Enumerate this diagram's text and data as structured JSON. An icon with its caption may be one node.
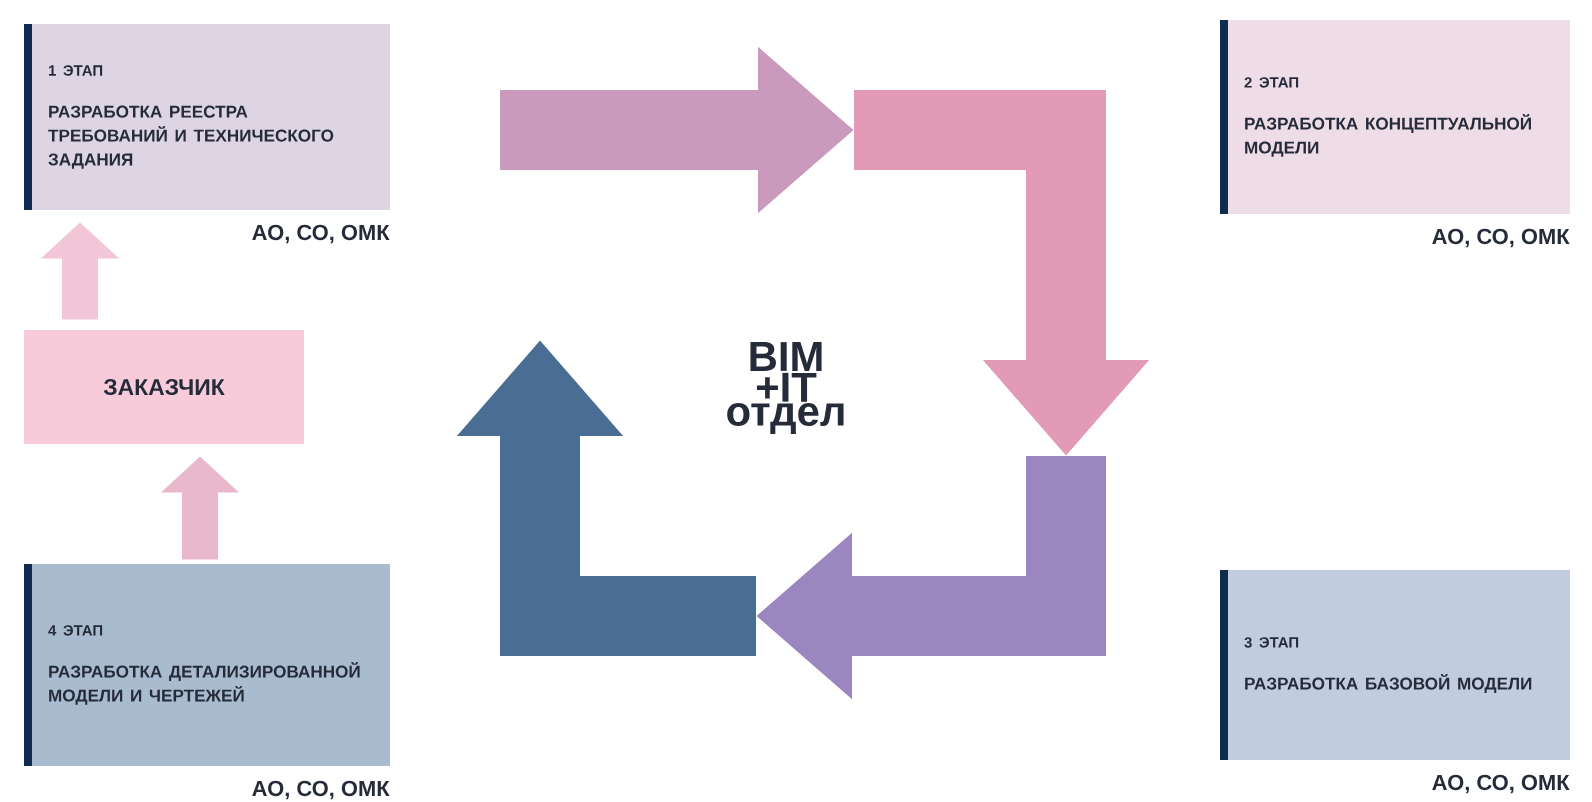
{
  "diagram": {
    "nodes": [
      {
        "text": [
          "1 ЭТАП",
          "РАЗРАБОТКА РЕЕСТРА ТРЕБОВАНИЙ И ТЕХНИЧЕСКОГО ЗАДАНИЯ"
        ],
        "beside": [
          "АО, СО, ОМК"
        ]
      },
      {
        "text": [
          "2 ЭТАП",
          "РАЗРАБОТКА КОНЦЕПТУАЛЬНОЙ МОДЕЛИ"
        ],
        "beside": [
          "АО, СО, ОМК"
        ]
      },
      {
        "text": [
          "ЗАКАЗЧИК"
        ]
      },
      {
        "text": [
          "4 ЭТАП",
          "РАЗРАБОТКА ДЕТАЛИЗИРОВАННОЙ МОДЕЛИ И ЧЕРТЕЖЕЙ"
        ],
        "beside": [
          "АО, СО, ОМК"
        ]
      },
      {
        "text": [
          "3 ЭТАП",
          "РАЗРАБОТКА БАЗОВОЙ МОДЕЛИ"
        ],
        "beside": [
          "АО, СО, ОМК"
        ]
      }
    ],
    "edges": [
      {
        "from": 2,
        "to": 0,
        "arrow": "to",
        "color": "#f2c6d6"
      },
      {
        "from": 3,
        "to": 2,
        "arrow": "to",
        "color": "#e9b8cc"
      }
    ],
    "labels": [
      "BIM +IT отдел"
    ]
  }
}
